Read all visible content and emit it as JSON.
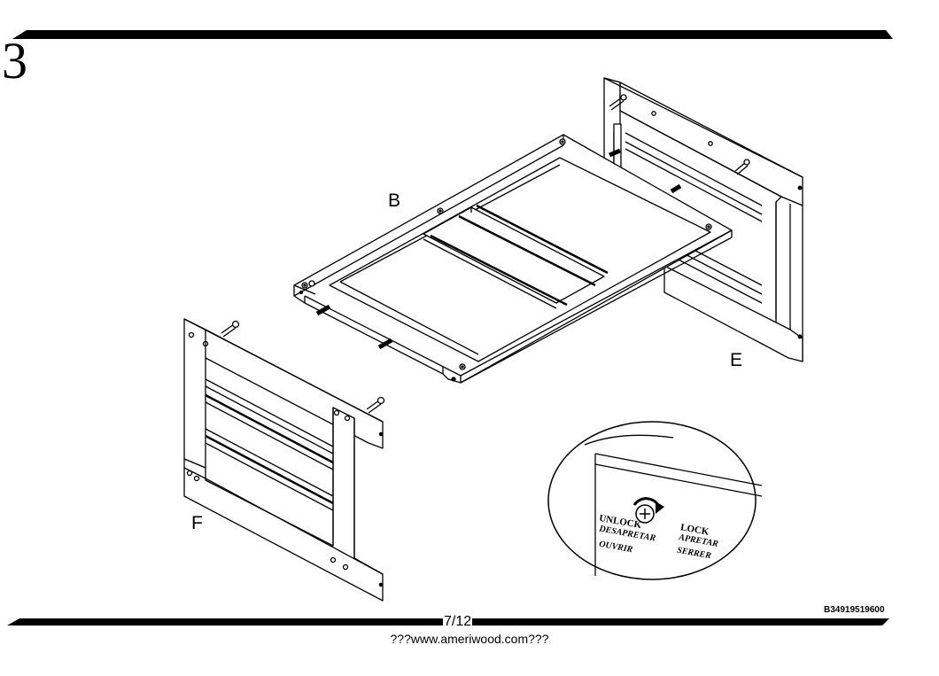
{
  "step_number": "3",
  "parts": {
    "b": "B",
    "e": "E",
    "f": "F"
  },
  "detail": {
    "unlock_en": "UNLOCK",
    "unlock_es": "DESAPRETAR",
    "unlock_fr": "OUVRIR",
    "lock_en": "LOCK",
    "lock_es": "APRETAR",
    "lock_fr": "SERRER"
  },
  "document_code": "B34919519600",
  "page_number": "7/12",
  "website": "???www.ameriwood.com???"
}
